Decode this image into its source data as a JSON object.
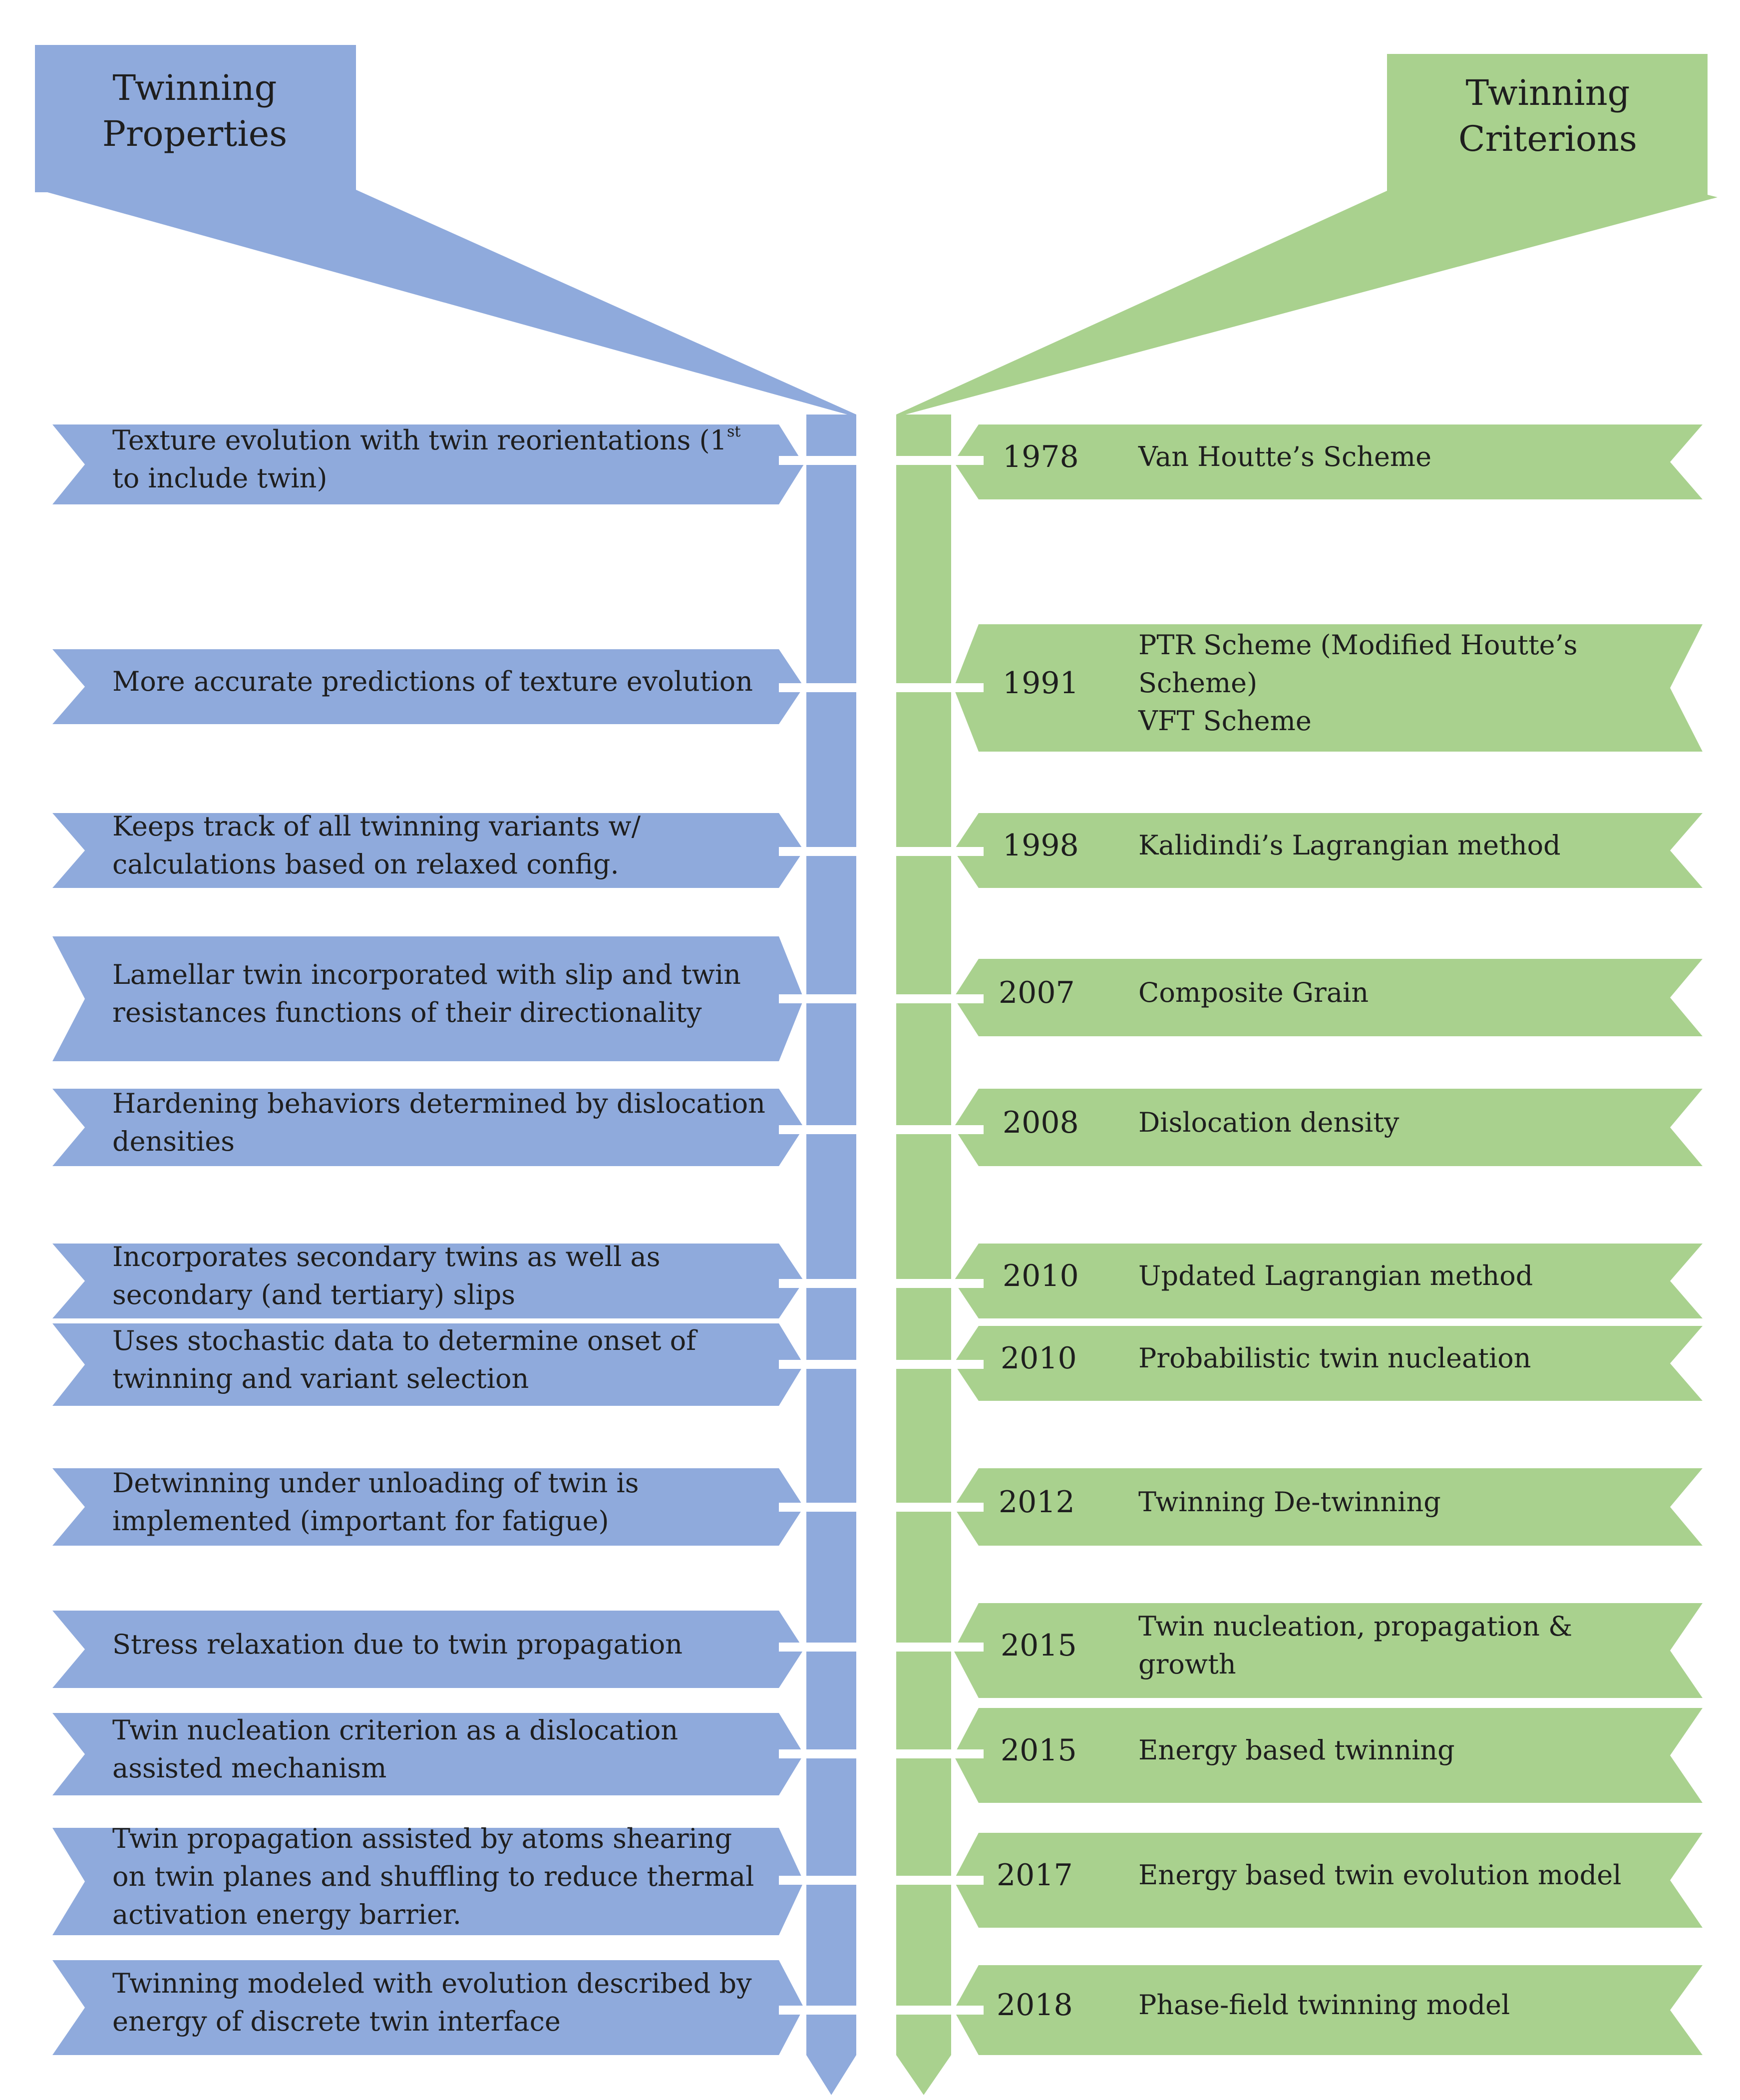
{
  "colors": {
    "properties": "#8faadc",
    "criterions": "#a9d18e",
    "connector": "#ffffff",
    "text": "#1e1e1e"
  },
  "headers": {
    "properties": [
      "Twinning",
      "Properties"
    ],
    "criterions": [
      "Twinning",
      "Criterions"
    ]
  },
  "entries": [
    {
      "year": "1978",
      "criterion": [
        "Van Houtte’s Scheme"
      ],
      "property": [
        "Texture evolution with twin reorientations (1",
        "to include twin)"
      ],
      "property_sup": "st"
    },
    {
      "year": "1991",
      "criterion": [
        "PTR Scheme (Modified Houtte’s",
        "Scheme)",
        "VFT Scheme"
      ],
      "property": [
        "More accurate predictions of texture evolution"
      ]
    },
    {
      "year": "1998",
      "criterion": [
        "Kalidindi’s Lagrangian method"
      ],
      "property": [
        "Keeps track of all twinning variants w/",
        "calculations based on relaxed config."
      ]
    },
    {
      "year": "2007",
      "criterion": [
        "Composite Grain"
      ],
      "property": [
        "Lamellar twin incorporated with slip and twin",
        "resistances  functions of their directionality"
      ]
    },
    {
      "year": "2008",
      "criterion": [
        "Dislocation density"
      ],
      "property": [
        "Hardening behaviors determined by dislocation",
        "densities"
      ]
    },
    {
      "year": "2010",
      "criterion": [
        "Updated Lagrangian method"
      ],
      "property": [
        "Incorporates secondary twins as well as",
        "secondary (and tertiary) slips"
      ]
    },
    {
      "year": "2010",
      "criterion": [
        "Probabilistic twin nucleation"
      ],
      "property": [
        "Uses stochastic data to determine onset of",
        "twinning and variant selection"
      ]
    },
    {
      "year": "2012",
      "criterion": [
        "Twinning De-twinning"
      ],
      "property": [
        "Detwinning under unloading of twin is",
        "implemented (important for fatigue)"
      ]
    },
    {
      "year": "2015",
      "criterion": [
        "Twin nucleation, propagation &",
        "growth"
      ],
      "property": [
        "Stress relaxation due to twin propagation"
      ]
    },
    {
      "year": "2015",
      "criterion": [
        "Energy based twinning"
      ],
      "property": [
        "Twin nucleation criterion as a dislocation",
        "assisted mechanism"
      ]
    },
    {
      "year": "2017",
      "criterion": [
        "Energy based twin evolution model"
      ],
      "property": [
        "Twin propagation assisted by atoms shearing",
        "on twin planes and shuffling to reduce thermal",
        "activation energy barrier."
      ]
    },
    {
      "year": "2018",
      "criterion": [
        "Phase-field twinning model"
      ],
      "property": [
        "Twinning modeled with evolution described by",
        "energy of discrete twin interface"
      ]
    }
  ]
}
